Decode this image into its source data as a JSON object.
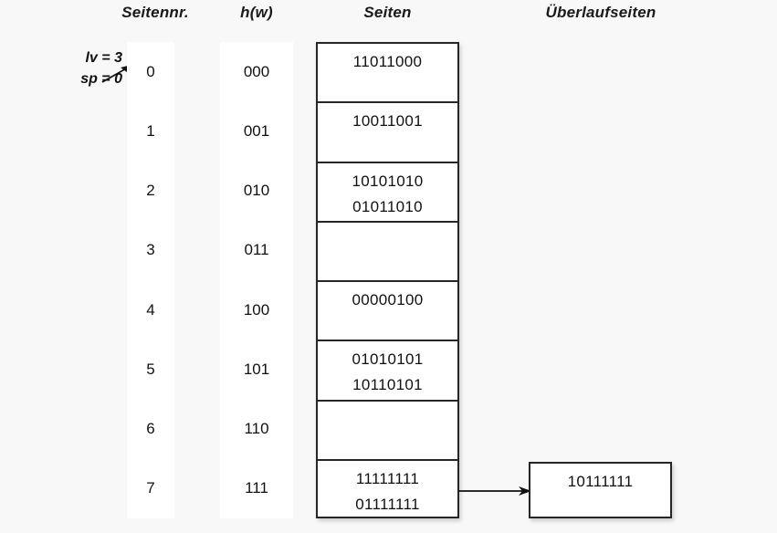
{
  "headers": {
    "seitennr": "Seitennr.",
    "hw": "h(w)",
    "seiten": "Seiten",
    "ueberlaufseiten": "Überlaufseiten"
  },
  "annotation": {
    "lv": "lv = 3",
    "sp": "sp = 0",
    "arrow_icon": "diagonal-arrow-icon"
  },
  "rows": [
    {
      "seitennr": "0",
      "hw": "000",
      "seiten": [
        "11011000"
      ]
    },
    {
      "seitennr": "1",
      "hw": "001",
      "seiten": [
        "10011001"
      ]
    },
    {
      "seitennr": "2",
      "hw": "010",
      "seiten": [
        "10101010",
        "01011010"
      ]
    },
    {
      "seitennr": "3",
      "hw": "011",
      "seiten": []
    },
    {
      "seitennr": "4",
      "hw": "100",
      "seiten": [
        "00000100"
      ]
    },
    {
      "seitennr": "5",
      "hw": "101",
      "seiten": [
        "01010101",
        "10110101"
      ]
    },
    {
      "seitennr": "6",
      "hw": "110",
      "seiten": []
    },
    {
      "seitennr": "7",
      "hw": "111",
      "seiten": [
        "11111111",
        "01111111"
      ]
    }
  ],
  "overflow": {
    "value": "10111111",
    "from_row": "7",
    "arrow_icon": "right-arrow-icon"
  },
  "colors": {
    "background": "#f8f8f8",
    "cell_background": "#ffffff",
    "border": "#262626",
    "text": "#111111"
  }
}
